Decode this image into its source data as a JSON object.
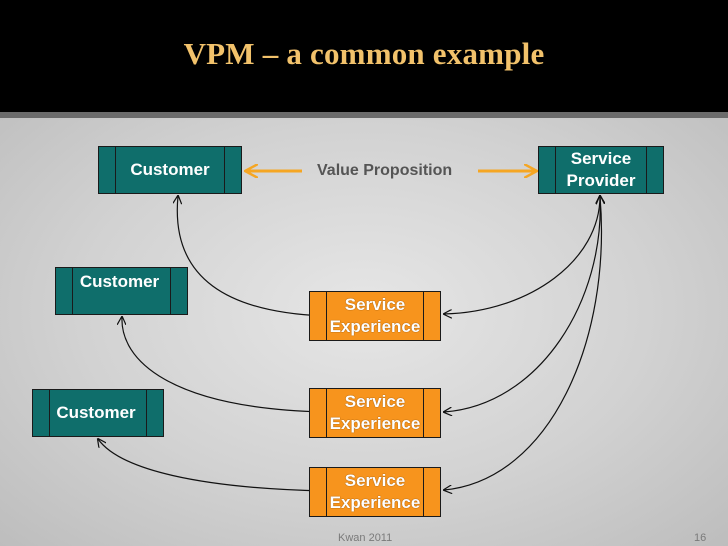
{
  "title": "VPM – a common example",
  "boxes": {
    "customer1": "Customer",
    "customer2": "Customer",
    "customer3": "Customer",
    "provider": "Service Provider",
    "exp1": "Service Experience",
    "exp2": "Service Experience",
    "exp3": "Service Experience"
  },
  "value_proposition": "Value Proposition",
  "footer": {
    "author": "Kwan 2011",
    "page": "16"
  },
  "colors": {
    "teal": "#0f6e6b",
    "orange": "#f7941d",
    "title": "#f2c26b",
    "arrow_orange": "#f5a623"
  }
}
